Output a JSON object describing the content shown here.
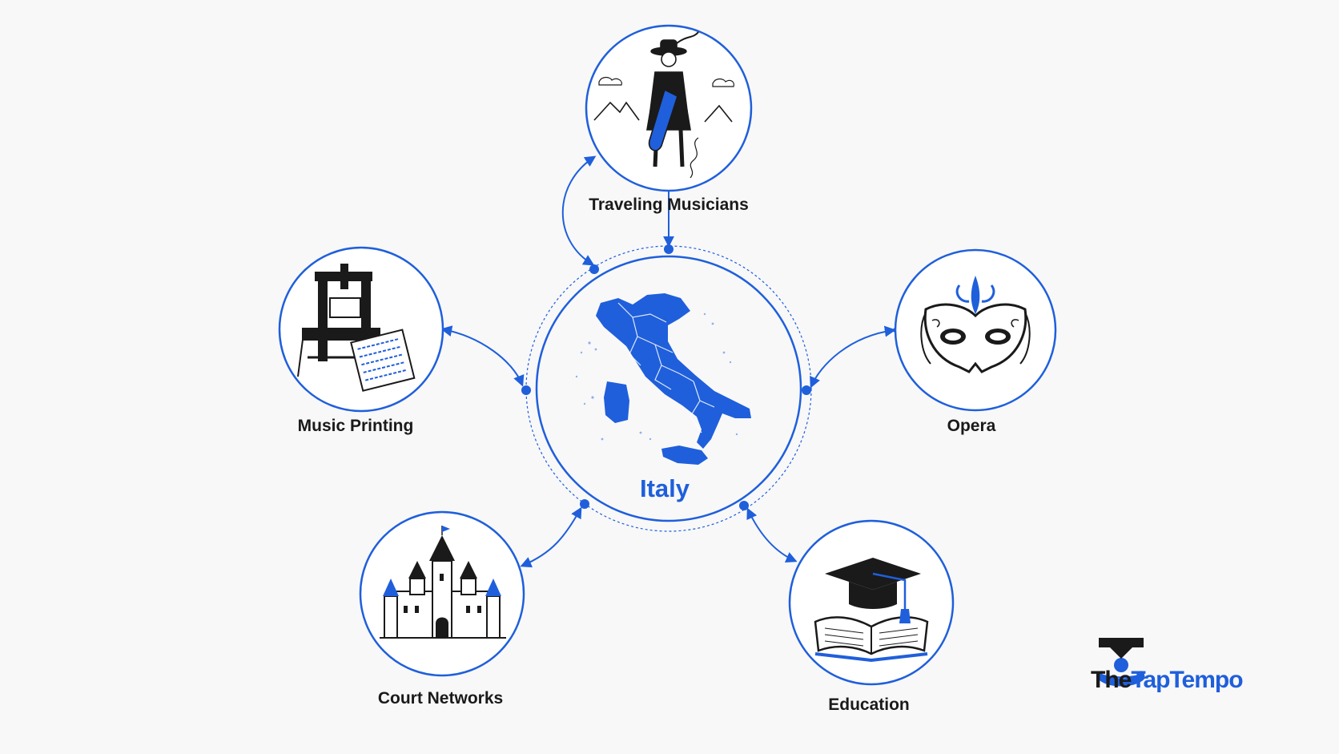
{
  "colors": {
    "accent": "#1f5fdb",
    "ink": "#1a1a1a",
    "background": "#f8f8f9"
  },
  "center": {
    "label": "Italy",
    "icon": "italy-map-icon"
  },
  "nodes": {
    "traveling": {
      "label": "Traveling  Musicians",
      "icon": "traveling-musician-icon"
    },
    "printing": {
      "label": "Music Printing",
      "icon": "printing-press-icon"
    },
    "opera": {
      "label": "Opera",
      "icon": "venetian-mask-icon"
    },
    "court": {
      "label": "Court Networks",
      "icon": "castle-icon"
    },
    "education": {
      "label": "Education",
      "icon": "graduation-cap-book-icon"
    }
  },
  "brand": {
    "part1": "The",
    "part2": "TapTempo",
    "icon": "taptempo-logo-icon"
  }
}
